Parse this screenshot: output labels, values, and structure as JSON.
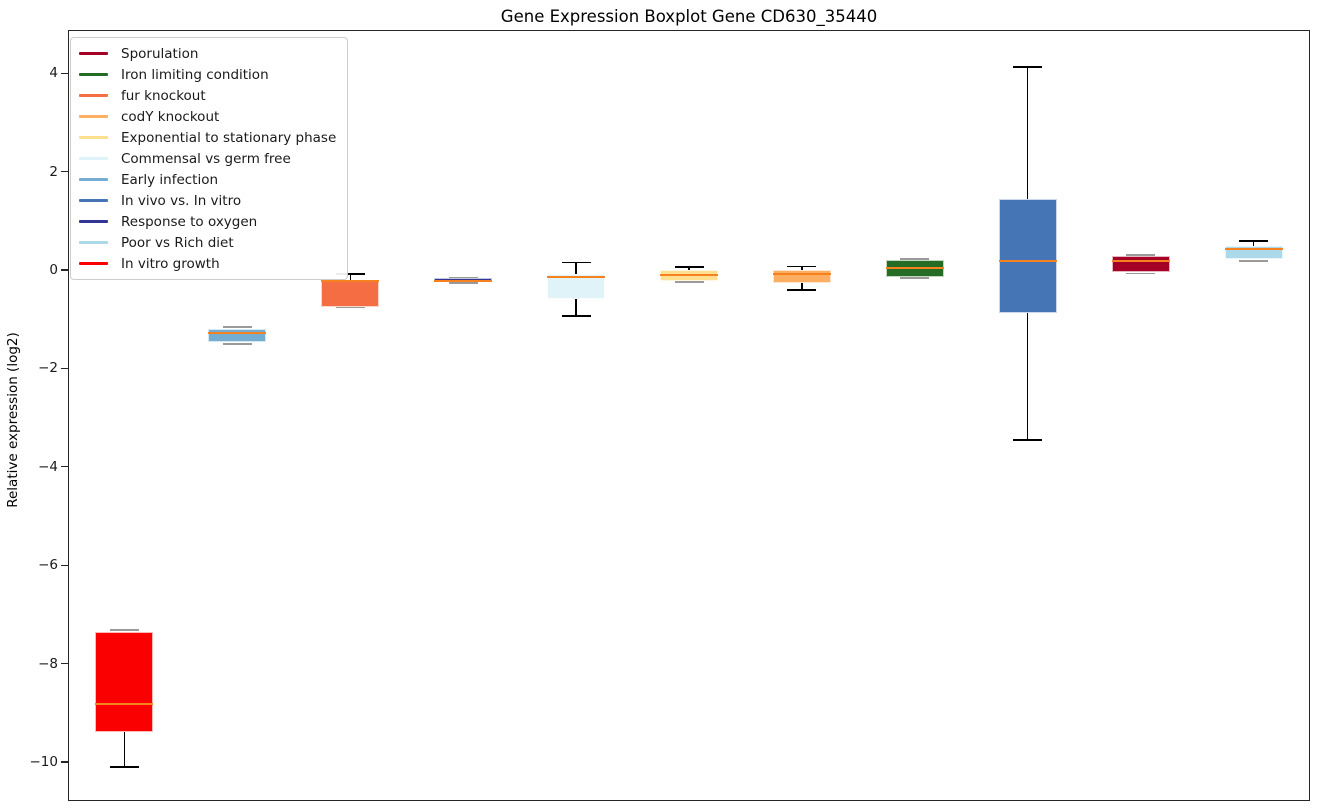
{
  "chart_data": {
    "type": "boxplot",
    "title": "Gene Expression Boxplot Gene CD630_35440",
    "ylabel": "Relative expression (log2)",
    "xlabel": "",
    "ylim": [
      -10.8,
      4.9
    ],
    "grid": false,
    "legend_position": "upper left",
    "median_color": "#f5821f",
    "spine_color": "#262626",
    "yticks": [
      {
        "value": 4,
        "label": "4"
      },
      {
        "value": 2,
        "label": "2"
      },
      {
        "value": 0,
        "label": "0"
      },
      {
        "value": -2,
        "label": "−2"
      },
      {
        "value": -4,
        "label": "−4"
      },
      {
        "value": -6,
        "label": "−6"
      },
      {
        "value": -8,
        "label": "−8"
      },
      {
        "value": -10,
        "label": "−10"
      }
    ],
    "legend": [
      {
        "label": "Sporulation",
        "color": "#a50026"
      },
      {
        "label": "Iron limiting condition",
        "color": "#256d25"
      },
      {
        "label": "fur knockout",
        "color": "#f46d43"
      },
      {
        "label": "codY knockout",
        "color": "#fdae61"
      },
      {
        "label": "Exponential to stationary phase",
        "color": "#fee090"
      },
      {
        "label": "Commensal vs germ free",
        "color": "#e0f3f8"
      },
      {
        "label": "Early infection",
        "color": "#74add1"
      },
      {
        "label": "In vivo vs. In vitro",
        "color": "#4575b4"
      },
      {
        "label": "Response to oxygen",
        "color": "#313695"
      },
      {
        "label": "Poor vs Rich diet",
        "color": "#abd9e9"
      },
      {
        "label": "In vitro growth",
        "color": "#fb0000"
      }
    ],
    "boxes": [
      {
        "condition": "In vitro growth",
        "color": "#fb0000",
        "whisker_lo": -10.1,
        "q1": -9.4,
        "median": -8.83,
        "q3": -7.35,
        "whisker_hi": -7.32
      },
      {
        "condition": "Early infection",
        "color": "#74add1",
        "whisker_lo": -1.5,
        "q1": -1.46,
        "median": -1.28,
        "q3": -1.19,
        "whisker_hi": -1.16
      },
      {
        "condition": "fur knockout",
        "color": "#f46d43",
        "whisker_lo": -0.76,
        "q1": -0.76,
        "median": -0.22,
        "q3": -0.2,
        "whisker_hi": -0.08
      },
      {
        "condition": "Response to oxygen",
        "color": "#313695",
        "whisker_lo": -0.27,
        "q1": -0.25,
        "median": -0.22,
        "q3": -0.17,
        "whisker_hi": -0.15
      },
      {
        "condition": "Commensal vs germ free",
        "color": "#e0f3f8",
        "whisker_lo": -0.93,
        "q1": -0.58,
        "median": -0.15,
        "q3": -0.08,
        "whisker_hi": 0.15
      },
      {
        "condition": "Exponential to stationary phase",
        "color": "#fee090",
        "whisker_lo": -0.24,
        "q1": -0.22,
        "median": -0.1,
        "q3": -0.01,
        "whisker_hi": 0.06
      },
      {
        "condition": "codY knockout",
        "color": "#fdae61",
        "whisker_lo": -0.41,
        "q1": -0.27,
        "median": -0.08,
        "q3": -0.01,
        "whisker_hi": 0.07
      },
      {
        "condition": "Iron limiting condition",
        "color": "#256d25",
        "whisker_lo": -0.16,
        "q1": -0.14,
        "median": 0.05,
        "q3": 0.2,
        "whisker_hi": 0.22
      },
      {
        "condition": "In vivo vs. In vitro",
        "color": "#4575b4",
        "whisker_lo": -3.45,
        "q1": -0.88,
        "median": 0.18,
        "q3": 1.44,
        "whisker_hi": 4.13
      },
      {
        "condition": "Sporulation",
        "color": "#a50026",
        "whisker_lo": -0.07,
        "q1": -0.05,
        "median": 0.19,
        "q3": 0.28,
        "whisker_hi": 0.3
      },
      {
        "condition": "Poor vs Rich diet",
        "color": "#abd9e9",
        "whisker_lo": 0.18,
        "q1": 0.22,
        "median": 0.43,
        "q3": 0.49,
        "whisker_hi": 0.59
      }
    ]
  }
}
